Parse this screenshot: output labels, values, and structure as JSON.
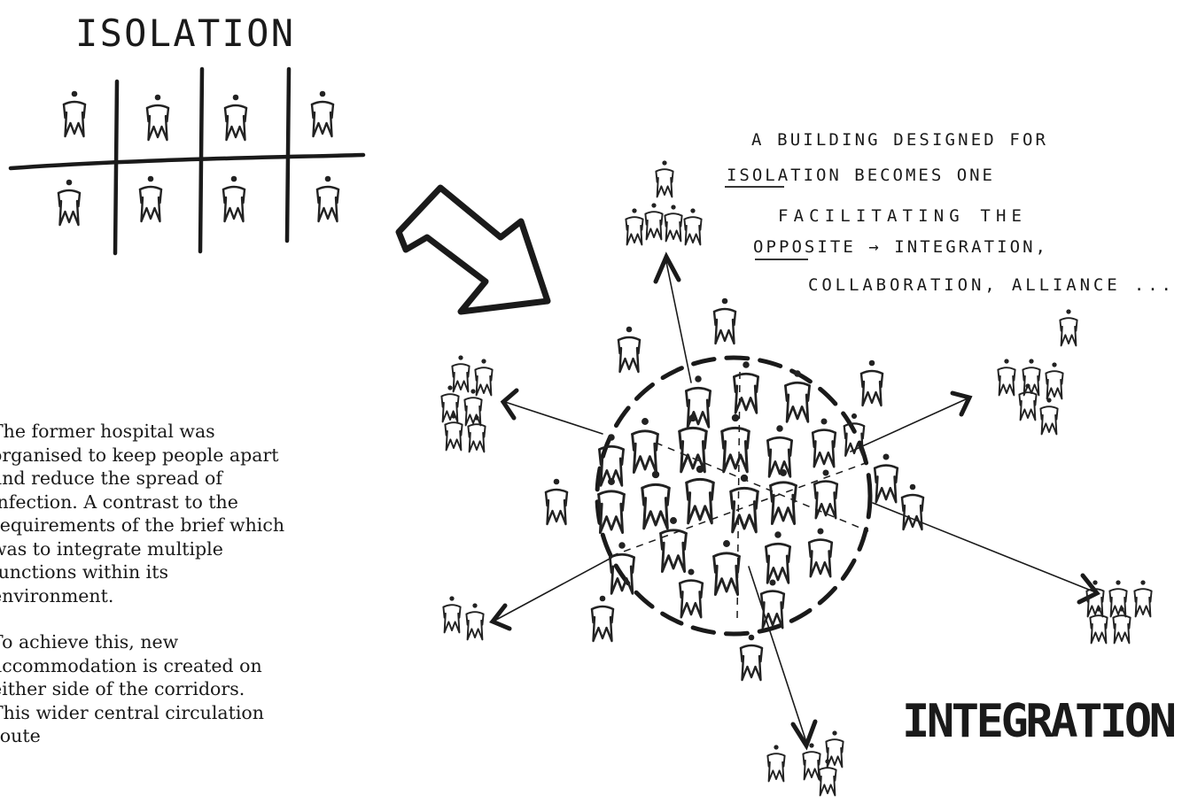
{
  "title_isolation": "ISOLATION",
  "title_integration": "INTEGRATION",
  "note": {
    "lines": [
      "A BUILDING DESIGNED FOR",
      "ISOLATION  BECOMES ONE",
      "FACILITATING  THE",
      "OPPOSITE  →  INTEGRATION,",
      "COLLABORATION, ALLIANCE ..."
    ]
  },
  "body": {
    "para1": "The former hospital was organised to keep people apart and reduce the spread of infection. A contrast to the requirements of the brief which was to integrate multiple functions within its environment.",
    "para2": "To achieve this, new accommodation is created on either side of the corridors. This wider central circulation route"
  },
  "colors": {
    "ink": "#1a1a1a",
    "background": "#ffffff"
  }
}
